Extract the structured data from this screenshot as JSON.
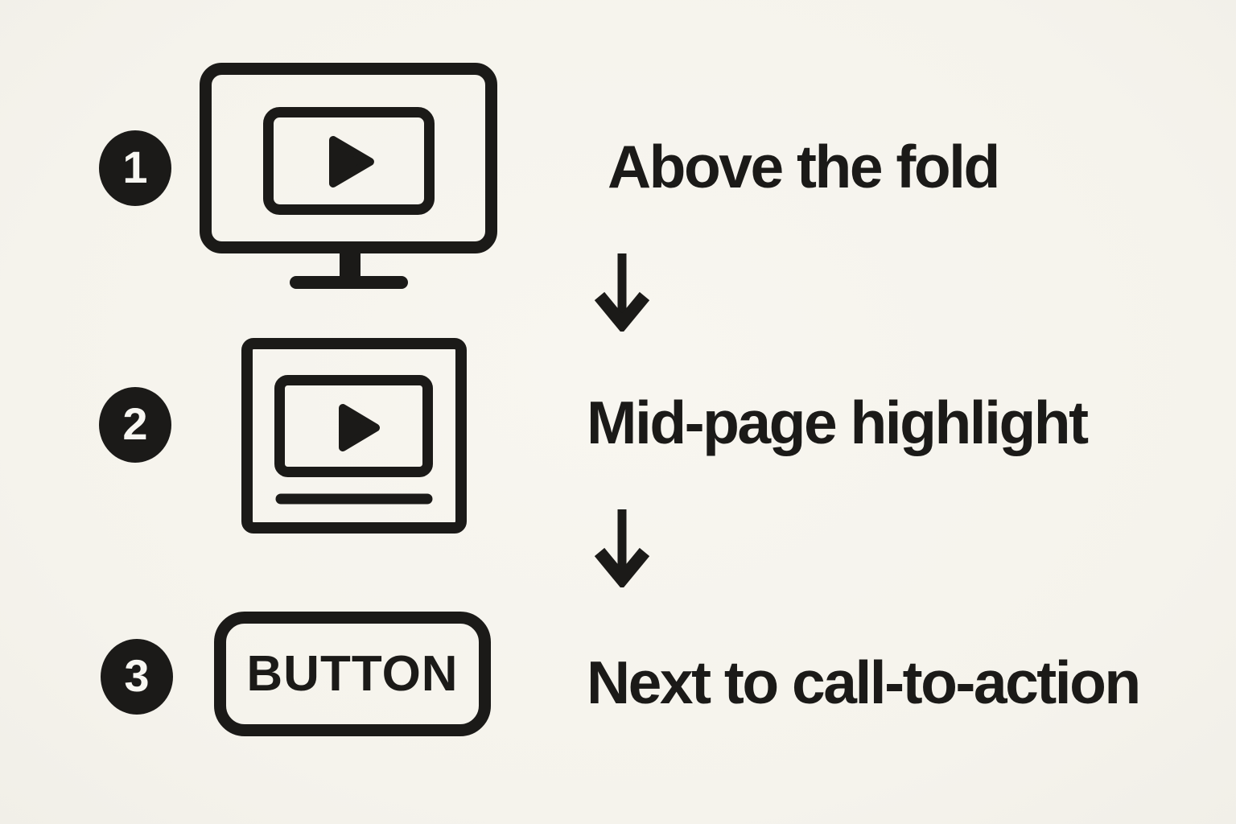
{
  "canvas": {
    "background_color": "#f6f4ee",
    "ink_color": "#1b1a18"
  },
  "diagram": {
    "type": "numbered-flow",
    "flow_direction": "top-to-bottom",
    "connector": "down-arrow"
  },
  "steps": [
    {
      "number": "1",
      "label": "Above the fold",
      "icon": "desktop-monitor-video-icon"
    },
    {
      "number": "2",
      "label": "Mid-page highlight",
      "icon": "embedded-video-card-icon"
    },
    {
      "number": "3",
      "label": "Next to call-to-action",
      "icon": "cta-button-icon",
      "button_label": "BUTTON"
    }
  ]
}
